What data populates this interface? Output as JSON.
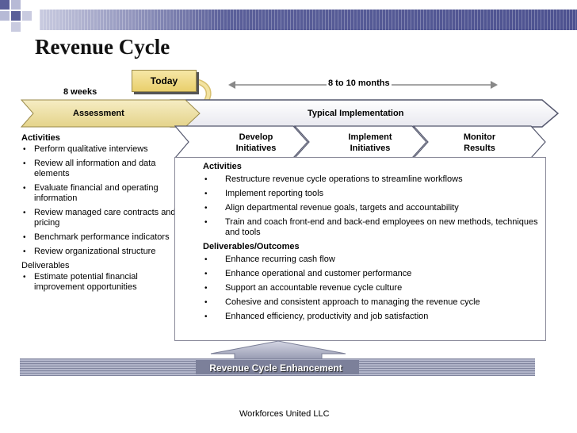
{
  "title": "Revenue Cycle",
  "today_label": "Today",
  "duration_weeks": "8 weeks",
  "duration_months": "8 to 10 months",
  "phases": {
    "assessment": "Assessment",
    "typical_implementation": "Typical Implementation"
  },
  "sub_phases": [
    {
      "line1": "Develop",
      "line2": "Initiatives"
    },
    {
      "line1": "Implement",
      "line2": "Initiatives"
    },
    {
      "line1": "Monitor",
      "line2": "Results"
    }
  ],
  "assessment_panel": {
    "activities_label": "Activities",
    "activities": [
      "Perform qualitative interviews",
      "Review all information and data elements",
      "Evaluate financial and operating information",
      "Review managed care contracts and pricing",
      "Benchmark performance indicators",
      "Review organizational structure"
    ],
    "deliverables_label": "Deliverables",
    "deliverables": [
      "Estimate potential financial improvement opportunities"
    ]
  },
  "implementation_panel": {
    "activities_label": "Activities",
    "activities": [
      "Restructure revenue cycle operations to streamline workflows",
      "Implement reporting tools",
      "Align departmental revenue goals, targets and accountability",
      "Train and coach front-end and back-end employees on new methods, techniques and tools"
    ],
    "deliverables_label": "Deliverables/Outcomes",
    "deliverables": [
      "Enhance recurring cash flow",
      "Enhance operational and customer performance",
      "Support an accountable revenue cycle culture",
      "Cohesive and consistent approach to managing the revenue cycle",
      "Enhanced efficiency, productivity and job satisfaction"
    ]
  },
  "bottom_bar_label": "Revenue Cycle Enhancement",
  "footer": "Workforces United LLC",
  "colors": {
    "header_bar": "#5a5f99",
    "assessment_fill": "#efe3a8",
    "chevron_fill": "#ffffff",
    "bottom_bar": "#8f93ab"
  }
}
